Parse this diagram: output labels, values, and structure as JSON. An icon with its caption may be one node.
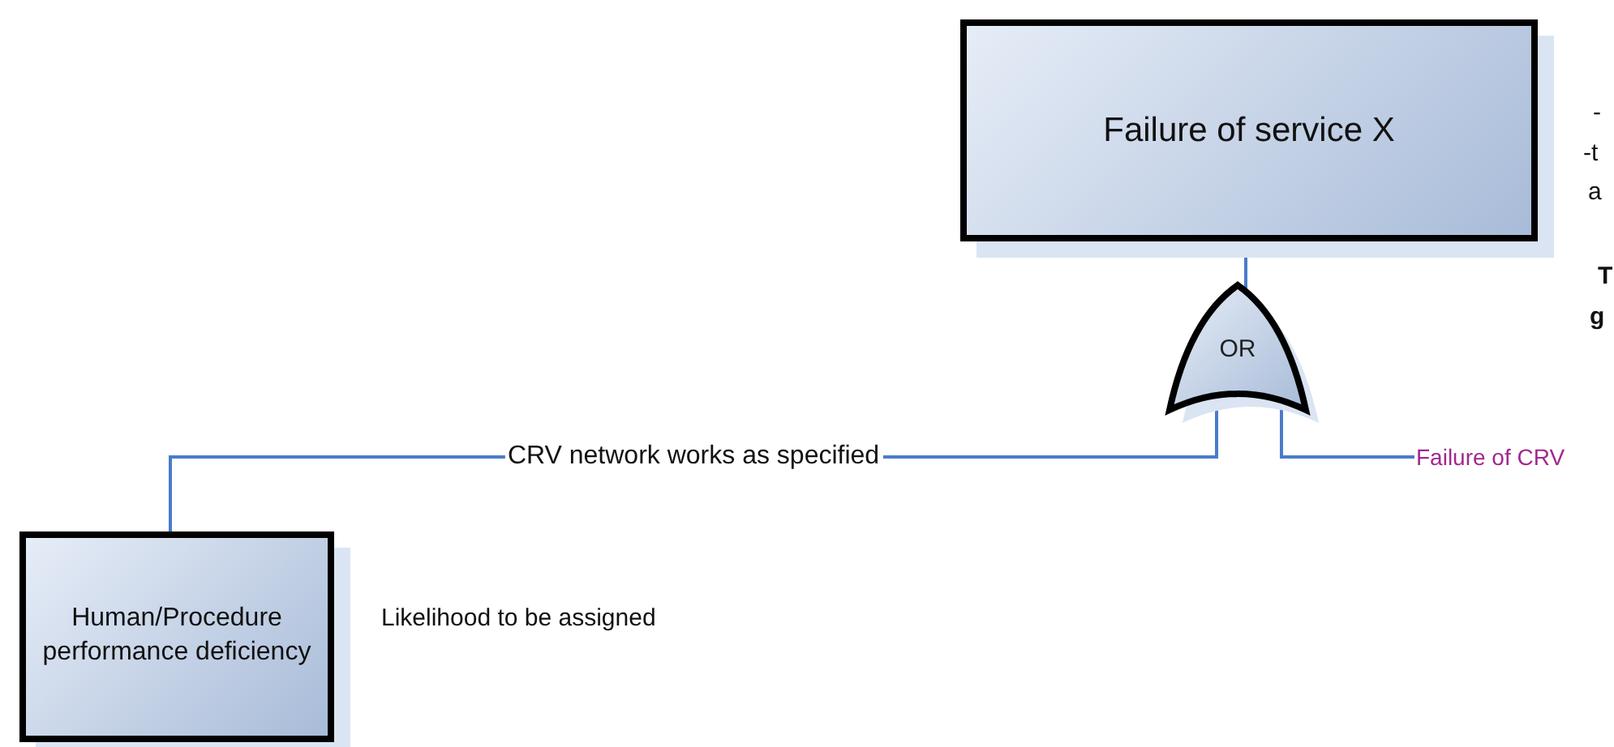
{
  "diagram": {
    "nodes": [
      {
        "text": [
          "Failure of service X"
        ]
      },
      {
        "text": [
          "OR"
        ]
      },
      {
        "text": [
          "Human/Procedure performance deficiency"
        ],
        "beside": [
          "Likelihood to be assigned"
        ]
      },
      {
        "text": [
          "Failure of CRV"
        ]
      }
    ],
    "edges": [
      {
        "from": 1,
        "to": 0,
        "arrow": "none"
      },
      {
        "from": 2,
        "to": 1,
        "arrow": "none",
        "label": "CRV network works as specified"
      },
      {
        "from": 3,
        "to": 1,
        "arrow": "none"
      }
    ],
    "labels": [
      "-",
      "-t",
      "a",
      "T",
      "g"
    ]
  }
}
